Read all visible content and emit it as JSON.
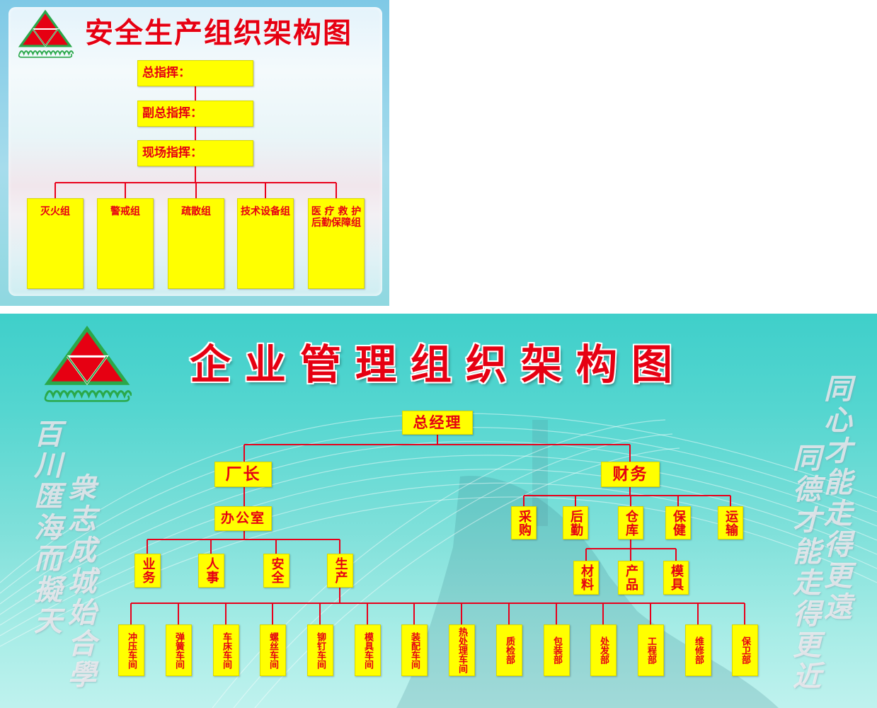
{
  "safety_chart": {
    "title": "安全生产组织架构图",
    "command": [
      {
        "label": "总指挥："
      },
      {
        "label": "副总指挥："
      },
      {
        "label": "现场指挥："
      }
    ],
    "groups": [
      {
        "label": "灭火组"
      },
      {
        "label": "警戒组"
      },
      {
        "label": "疏散组"
      },
      {
        "label": "技术设备组"
      },
      {
        "label": "医 疗 救 护",
        "label2": "后勤保障组"
      }
    ]
  },
  "management_chart": {
    "title": "企业管理组织架构图",
    "general_manager": "总经理",
    "factory_director": "厂长",
    "finance": "财务",
    "office": "办公室",
    "office_depts": [
      "业务",
      "人事",
      "安全",
      "生产"
    ],
    "production_units": [
      "冲压车间",
      "弹簧车间",
      "车床车间",
      "螺丝车间",
      "铆钉车间",
      "模具车间",
      "装配车间",
      "热处理车间",
      "质检部",
      "包装部",
      "处发部",
      "工程部",
      "维修部",
      "保卫部"
    ],
    "finance_depts": [
      "采购",
      "后勤",
      "仓库",
      "保健",
      "运输"
    ],
    "warehouse_depts": [
      "材料",
      "产品",
      "模具"
    ]
  },
  "calligraphy": {
    "left": [
      "百川匯海而擬天",
      "衆志成城始合學"
    ],
    "right": [
      "同心才能走得更遠",
      "同德才能走得更近"
    ]
  },
  "logo": {
    "icon": "triangle-logo-icon"
  },
  "colors": {
    "text_red": "#e60012",
    "box_yellow": "#ffff00",
    "connector_red": "#e8001b",
    "logo_green": "#2aa84a",
    "panel_teal": "#3fcfca"
  }
}
